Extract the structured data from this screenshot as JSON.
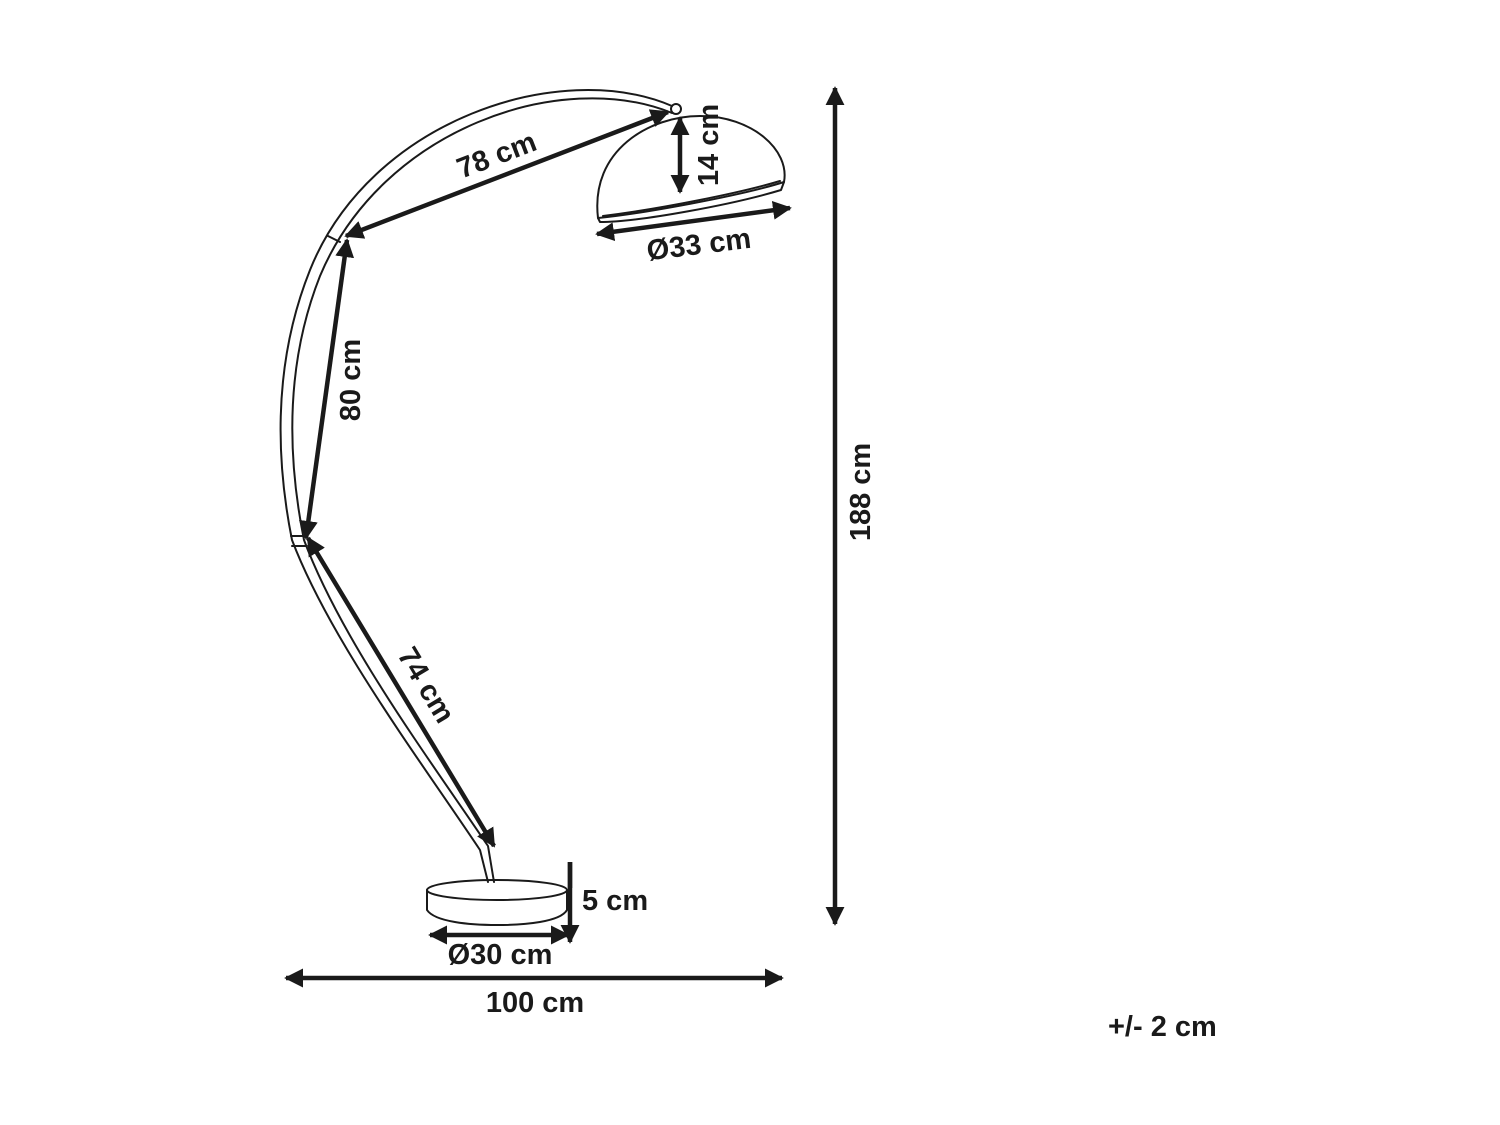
{
  "dimensions": {
    "arc_upper": "78 cm",
    "arc_middle": "80 cm",
    "arc_lower": "74 cm",
    "shade_height": "14 cm",
    "shade_diameter": "Ø33 cm",
    "total_height": "188 cm",
    "base_height": "5 cm",
    "base_diameter": "Ø30 cm",
    "total_width": "100 cm"
  },
  "tolerance": "+/- 2 cm",
  "colors": {
    "line": "#1a1a1a",
    "background": "#ffffff"
  }
}
